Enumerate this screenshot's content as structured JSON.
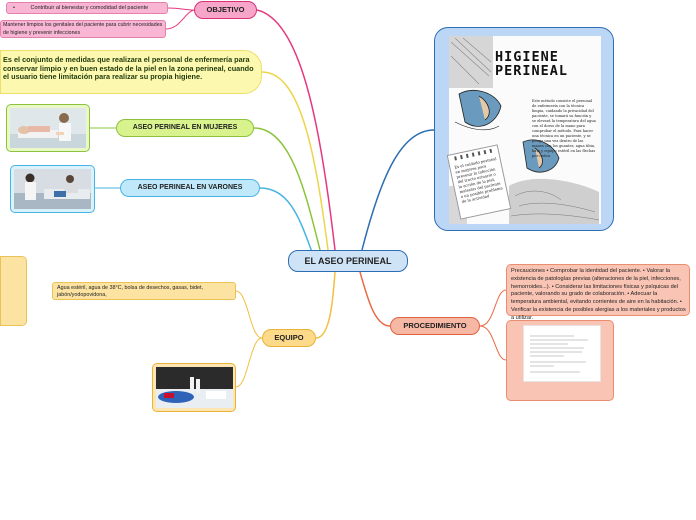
{
  "center": {
    "label": "EL ASEO PERINEAL"
  },
  "objetivo": {
    "label": "OBJETIVO",
    "items": [
      "Contribuir  al bienestar y comodidad del paciente",
      "Mantener limpios los genitales del paciente para cubrir necesidades de higiene y prevenir infecciones"
    ],
    "bullet": "•"
  },
  "definicion": "Es el conjunto de medidas que realizara el personal de enfermería para conservar limpio y en buen estado de la piel en la zona perineal,  cuando el usuario tiene limitación para realizar su propia higiene.",
  "mujeres": {
    "label": "ASEO PERINEAL EN MUJERES"
  },
  "varones": {
    "label": "ASEO PERINEAL EN VARONES"
  },
  "equipo": {
    "label": "EQUIPO",
    "text": "Agua estéril, agua de 38°C, bolsa de desechos, gasas, bidet, jabón/yodopovidona,"
  },
  "procedimiento": {
    "label": "PROCEDIMIENTO",
    "text": "Precauciones • Comprobar la identidad del paciente. • Valorar la existencia de patologías previas (alteraciones de la piel, infecciones, hemorroides...). • Considerar las limitaciones físicas y psíquicas del paciente, valorando su grado de colaboración. • Adecuar la temperatura ambiental, evitando corrientes de aire en la habitación. • Verificar la existencia de posibles alergias a los materiales y productos a utilizar."
  },
  "poster": {
    "title_line1": "HIGIENE",
    "title_line2": "PERINEAL",
    "body": "Este método consiste el personal de enfermería con la técnica limpia, cuidando la privacidad del paciente, se tomará su función y se elevará la temperatura del agua con el dorso de la mano para comprobar el método. Para hacer una técnica en un paciente, y se ponga una vez dentro de las manos con los guantes, agua tibia, bata y equipo estéril en las flechas por orden.",
    "note": "Es el cuidado perineal en mujeres para prevenir la infección del tracto urinario o la acción de la piel, malestar del paciente o un posible problema de la actividad"
  },
  "colors": {
    "center": "#2c6db3",
    "objetivo": "#d8327a",
    "definicion": "#eedf6c",
    "mujeres": "#8bc43c",
    "varones": "#47b4e3",
    "equipo": "#e9b339",
    "procedimiento": "#e0633f",
    "poster": "#2c6db3"
  }
}
